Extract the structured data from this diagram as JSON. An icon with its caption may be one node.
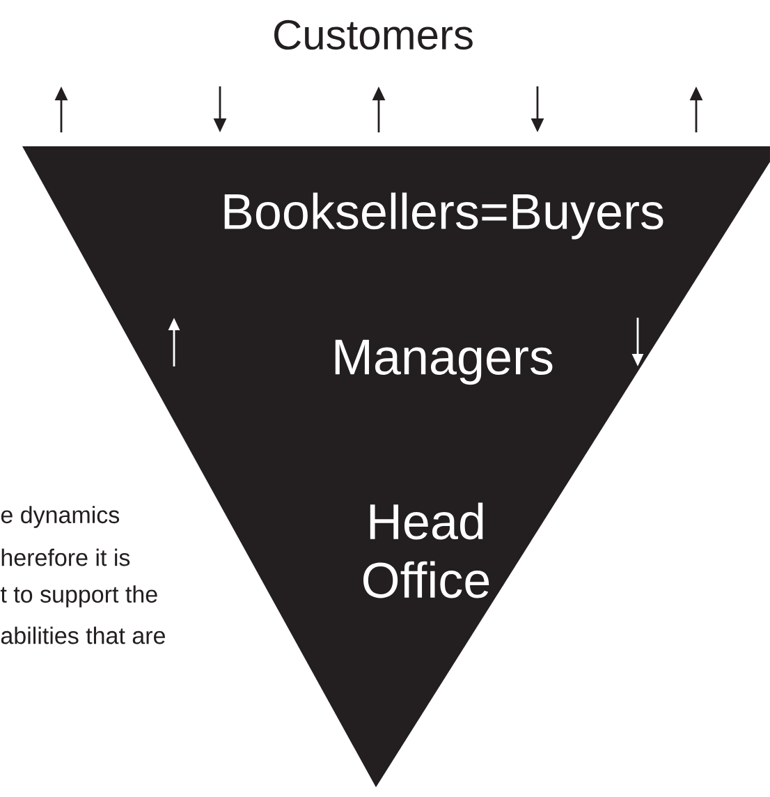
{
  "diagram": {
    "nodes": [
      {
        "text": [
          "Customers"
        ]
      },
      {
        "text": [
          "Booksellers=Buyers",
          "Managers",
          "Head Office"
        ]
      }
    ],
    "labels": [
      "e dynamics",
      "herefore it is",
      "t to support the",
      "abilities that are"
    ]
  }
}
